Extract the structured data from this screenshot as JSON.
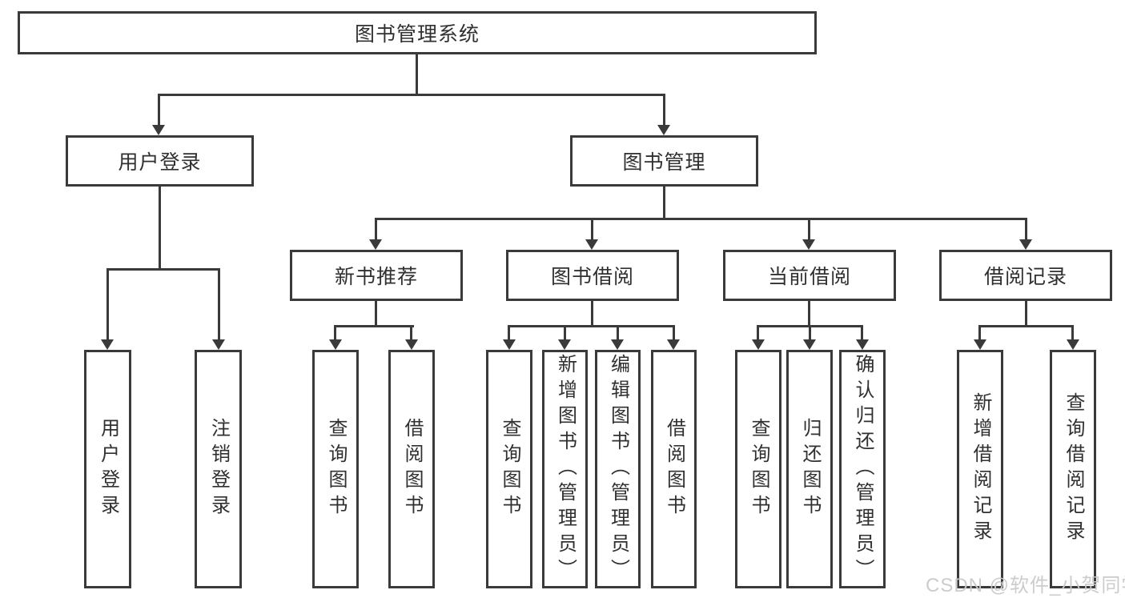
{
  "diagram": {
    "root": {
      "label": "图书管理系统"
    },
    "branches": [
      {
        "label": "用户登录",
        "children": [
          {
            "label": "用户登录"
          },
          {
            "label": "注销登录"
          }
        ]
      },
      {
        "label": "图书管理",
        "children": [
          {
            "label": "新书推荐",
            "children": [
              "查询图书",
              "借阅图书"
            ]
          },
          {
            "label": "图书借阅",
            "children": [
              "查询图书",
              "新增图书（管理员）",
              "编辑图书（管理员）",
              "借阅图书"
            ]
          },
          {
            "label": "当前借阅",
            "children": [
              "查询图书",
              "归还图书",
              "确认归还（管理员）"
            ]
          },
          {
            "label": "借阅记录",
            "children": [
              "新增借阅记录",
              "查询借阅记录"
            ]
          }
        ]
      }
    ]
  },
  "watermark": "CSDN @软件_小贺同学",
  "colors": {
    "line": "#3a3a3a",
    "background": "#ffffff",
    "watermark": "#c9c9c9"
  }
}
